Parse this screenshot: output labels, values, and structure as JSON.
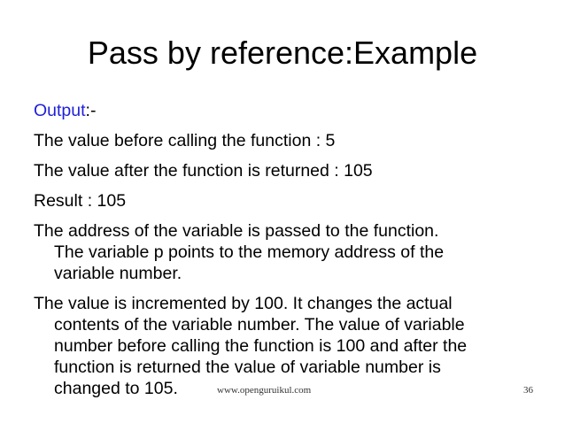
{
  "slide": {
    "title": "Pass by reference:Example",
    "output_label": "Output",
    "output_suffix": ":-",
    "lines": [
      "The value before calling the function : 5",
      "The value after the function is returned : 105",
      "Result : 105"
    ],
    "para_address": [
      "The address of the variable is passed to the function.",
      "The variable p points to the memory address of the",
      "variable number."
    ],
    "para_increment": [
      "The value is incremented by 100. It changes the actual",
      "contents of the variable number. The value of variable",
      "number before calling the function is 100 and after the",
      "function is returned the value of variable number is",
      "changed to 105."
    ],
    "footer_url": "www.openguruikul.com",
    "slide_number": "36"
  },
  "colors": {
    "output_label": "#1f1fd6",
    "text": "#000000",
    "background": "#ffffff"
  }
}
